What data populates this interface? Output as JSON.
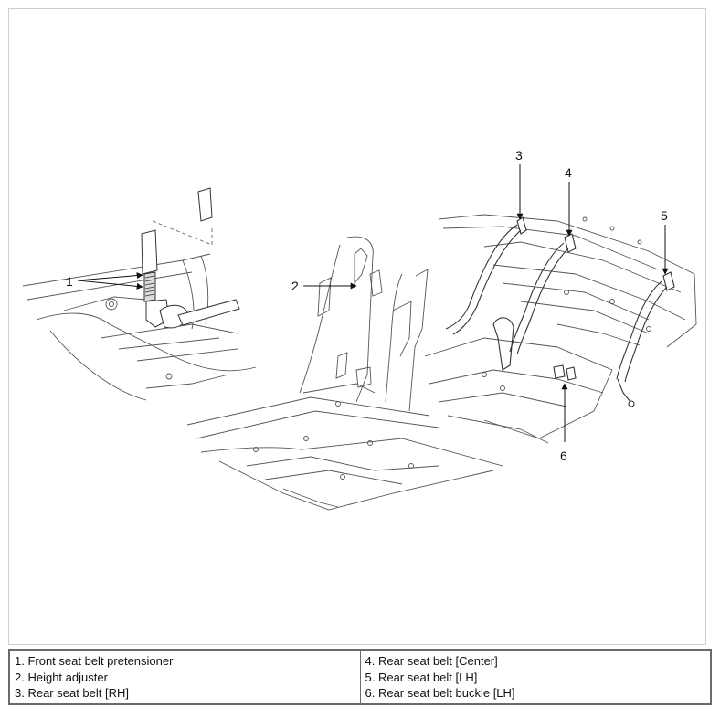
{
  "callouts": [
    "1",
    "2",
    "3",
    "4",
    "5",
    "6"
  ],
  "legend": {
    "left": [
      "1. Front seat belt pretensioner",
      "2. Height adjuster",
      "3. Rear seat belt [RH]"
    ],
    "right": [
      "4. Rear seat belt [Center]",
      "5. Rear seat belt [LH]",
      "6. Rear seat belt buckle [LH]"
    ]
  }
}
